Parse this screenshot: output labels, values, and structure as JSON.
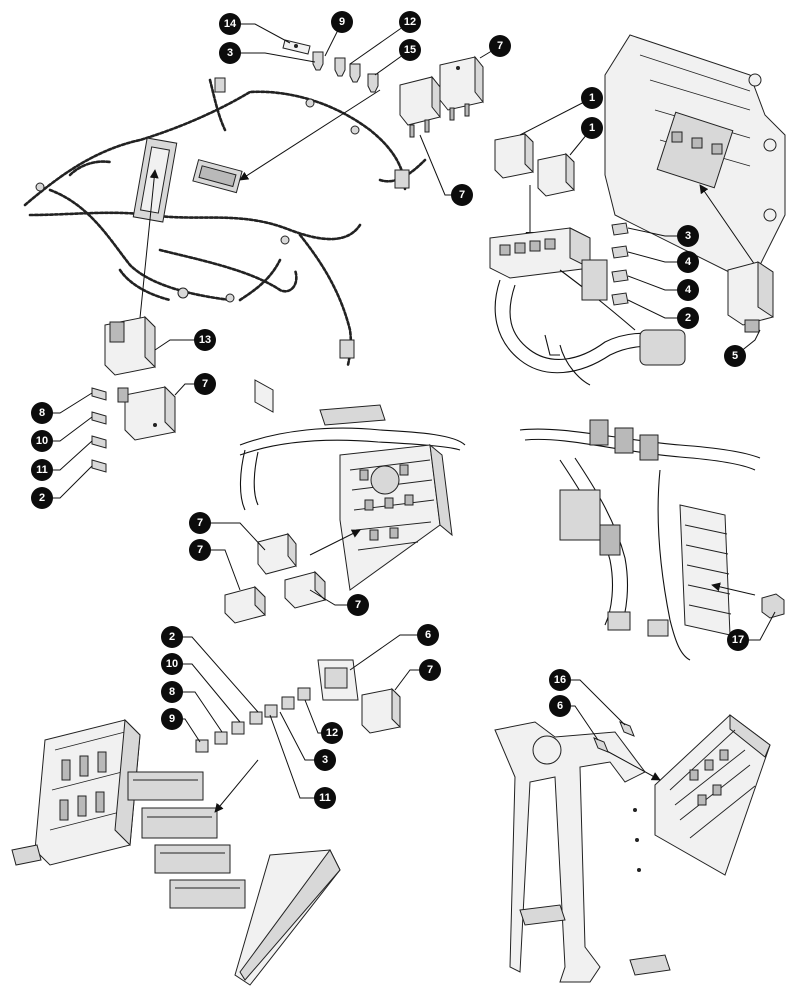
{
  "callouts": {
    "c01": "14",
    "c02": "9",
    "c03": "12",
    "c04": "3",
    "c05": "15",
    "c06": "7",
    "c07": "7",
    "c08": "1",
    "c09": "1",
    "c10": "3",
    "c11": "4",
    "c12": "4",
    "c13": "2",
    "c14": "5",
    "c15": "13",
    "c16": "7",
    "c17": "8",
    "c18": "10",
    "c19": "11",
    "c20": "2",
    "c21": "7",
    "c22": "7",
    "c23": "7",
    "c24": "17",
    "c25": "2",
    "c26": "6",
    "c27": "10",
    "c28": "7",
    "c29": "8",
    "c30": "9",
    "c31": "12",
    "c32": "3",
    "c33": "11",
    "c34": "16",
    "c35": "6"
  },
  "colors": {
    "callout_fill": "#0c0c0c",
    "callout_text": "#ffffff",
    "line": "#111111"
  }
}
